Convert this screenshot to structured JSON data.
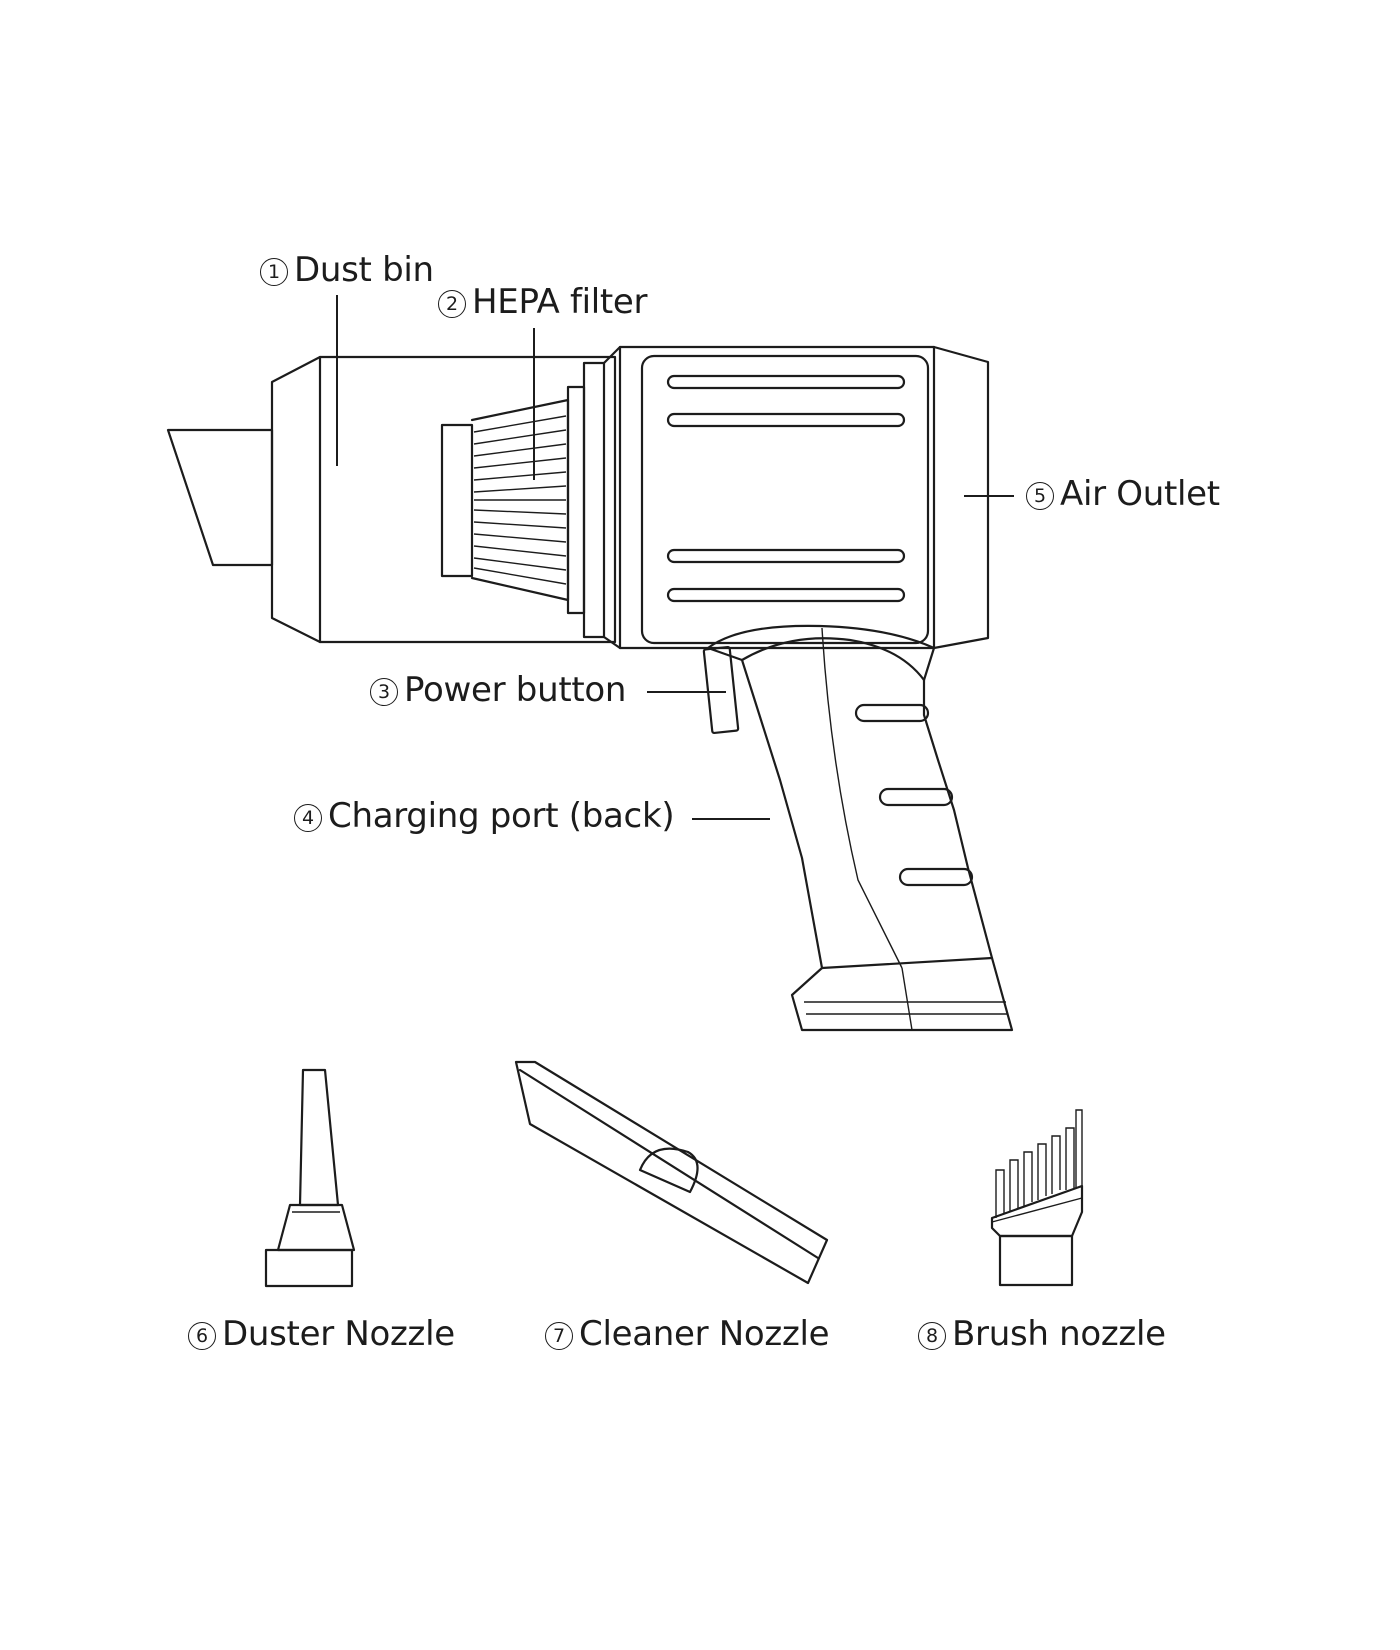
{
  "labels": {
    "dust_bin": {
      "num": "1",
      "text": "Dust bin"
    },
    "hepa_filter": {
      "num": "2",
      "text": "HEPA filter"
    },
    "power_button": {
      "num": "3",
      "text": "Power button"
    },
    "charging_port": {
      "num": "4",
      "text": "Charging port (back)"
    },
    "air_outlet": {
      "num": "5",
      "text": "Air Outlet"
    },
    "duster_nozzle": {
      "num": "6",
      "text": "Duster Nozzle"
    },
    "cleaner_nozzle": {
      "num": "7",
      "text": "Cleaner Nozzle"
    },
    "brush_nozzle": {
      "num": "8",
      "text": "Brush nozzle"
    }
  },
  "colors": {
    "ink": "#1c1c1c",
    "background": "#ffffff"
  }
}
